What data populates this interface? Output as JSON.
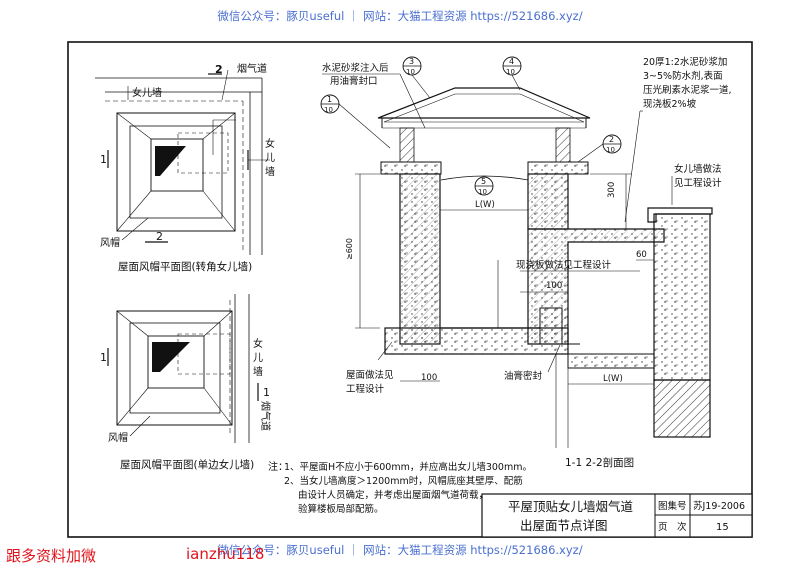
{
  "watermark": "微信公众号：豚贝useful ｜ 网站：大猫工程资源 https://521686.xyz/",
  "corner": {
    "left": "跟多资料加微",
    "right": "ianzhu118"
  },
  "plan1": {
    "section_mark": "2",
    "flue_label": "烟气道",
    "parapet_top": "女儿墙",
    "parapet_side": [
      "女",
      "儿",
      "墙"
    ],
    "cut_mark": "1",
    "cowl_label": "风帽",
    "cut_mark_2": "2",
    "title": "屋面风帽平面图(转角女儿墙)"
  },
  "plan2": {
    "parapet_side": [
      "女",
      "儿",
      "墙"
    ],
    "cut_mark": "1",
    "flue_label": "烟气道",
    "cowl_label": "风帽",
    "title": "屋面风帽平面图(单边女儿墙)"
  },
  "section": {
    "note_mortar": [
      "水泥砂浆注入后",
      "用油膏封口"
    ],
    "ref1": {
      "top": "1",
      "bottom": "10"
    },
    "ref3": {
      "top": "3",
      "bottom": "10"
    },
    "ref4": {
      "top": "4",
      "bottom": "10"
    },
    "ref2": {
      "top": "2",
      "bottom": "10"
    },
    "ref5": {
      "top": "5",
      "bottom": "10"
    },
    "note_roof": [
      "20厚1:2水泥砂浆加",
      "3~5%防水剂,表面",
      "压光刷素水泥浆一道,",
      "现浇板2%坡"
    ],
    "dim_300": "300",
    "dim_H": "≥600",
    "dim_LW": "L(W)",
    "note_slab": "现浇板做法见工程设计",
    "note_parapet": [
      "女儿墙做法",
      "见工程设计"
    ],
    "dim_60": "60",
    "dim_100a": "100",
    "note_roofing": [
      "屋面做法见",
      "工程设计"
    ],
    "dim_100b": "100",
    "note_sealant": "油膏密封",
    "dim_LW2": "L(W)",
    "title": "1-1 2-2剖面图"
  },
  "notes": {
    "label": "注：",
    "items": [
      "1、平屋面H不应小于600mm，并应高出女儿墙300mm。",
      "2、当女儿墙高度＞1200mm时，风帽底座其壁厚、配筋",
      "由设计人员确定，并考虑出屋面烟气道荷载，",
      "验算楼板局部配筋。"
    ]
  },
  "titleblock": {
    "title_line1": "平屋顶贴女儿墙烟气道",
    "title_line2": "出屋面节点详图",
    "atlas_label": "图集号",
    "atlas_value": "苏J19-2006",
    "page_label": "页　次",
    "page_value": "15"
  }
}
